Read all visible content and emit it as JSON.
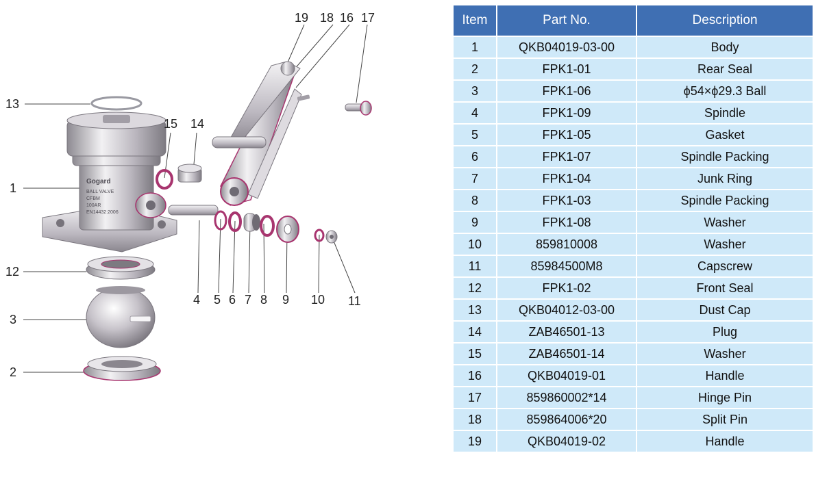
{
  "callouts": [
    "1",
    "2",
    "3",
    "4",
    "5",
    "6",
    "7",
    "8",
    "9",
    "10",
    "11",
    "12",
    "13",
    "14",
    "15",
    "16",
    "17",
    "18",
    "19"
  ],
  "product": {
    "logo_text": "Gogard",
    "plate_lines": [
      "BALL VALVE",
      "CFBM",
      "100AR",
      "EN14432:2006"
    ]
  },
  "table": {
    "headers": {
      "item": "Item",
      "part_no": "Part No.",
      "description": "Description"
    },
    "rows": [
      {
        "item": "1",
        "part_no": "QKB04019-03-00",
        "description": "Body"
      },
      {
        "item": "2",
        "part_no": "FPK1-01",
        "description": "Rear Seal"
      },
      {
        "item": "3",
        "part_no": "FPK1-06",
        "description": "ϕ54×ϕ29.3 Ball"
      },
      {
        "item": "4",
        "part_no": "FPK1-09",
        "description": "Spindle"
      },
      {
        "item": "5",
        "part_no": "FPK1-05",
        "description": "Gasket"
      },
      {
        "item": "6",
        "part_no": "FPK1-07",
        "description": "Spindle Packing"
      },
      {
        "item": "7",
        "part_no": "FPK1-04",
        "description": "Junk Ring"
      },
      {
        "item": "8",
        "part_no": "FPK1-03",
        "description": "Spindle Packing"
      },
      {
        "item": "9",
        "part_no": "FPK1-08",
        "description": "Washer"
      },
      {
        "item": "10",
        "part_no": "859810008",
        "description": "Washer"
      },
      {
        "item": "11",
        "part_no": "85984500M8",
        "description": "Capscrew"
      },
      {
        "item": "12",
        "part_no": "FPK1-02",
        "description": "Front Seal"
      },
      {
        "item": "13",
        "part_no": "QKB04012-03-00",
        "description": "Dust Cap"
      },
      {
        "item": "14",
        "part_no": "ZAB46501-13",
        "description": "Plug"
      },
      {
        "item": "15",
        "part_no": "ZAB46501-14",
        "description": "Washer"
      },
      {
        "item": "16",
        "part_no": "QKB04019-01",
        "description": "Handle"
      },
      {
        "item": "17",
        "part_no": "859860002*14",
        "description": "Hinge Pin"
      },
      {
        "item": "18",
        "part_no": "859864006*20",
        "description": "Split Pin"
      },
      {
        "item": "19",
        "part_no": "QKB04019-02",
        "description": "Handle"
      }
    ]
  },
  "colors": {
    "header_bg": "#3f6fb3",
    "row_bg": "#cfe9f9",
    "part_metal": "#c9c4cc",
    "part_edge": "#a8356f"
  }
}
